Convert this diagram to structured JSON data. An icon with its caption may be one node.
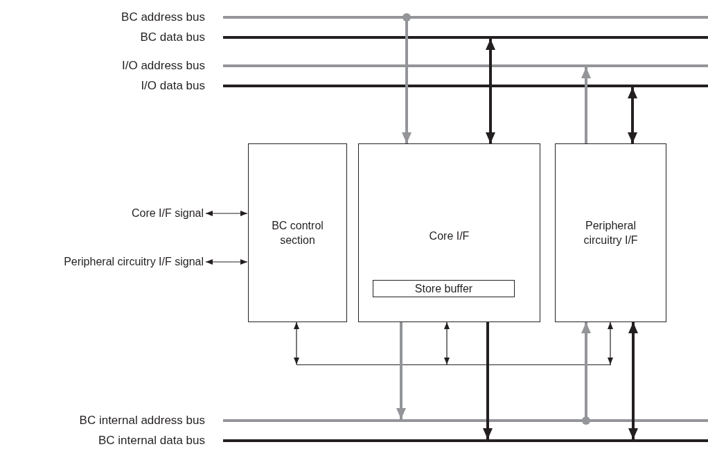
{
  "diagram": {
    "nodes": [
      {
        "text": [
          "BC address bus"
        ]
      },
      {
        "text": [
          "BC data bus"
        ]
      },
      {
        "text": [
          "I/O address bus"
        ]
      },
      {
        "text": [
          "I/O data bus"
        ]
      },
      {
        "text": [
          "BC control section"
        ]
      },
      {
        "text": [
          "Core I/F"
        ]
      },
      {
        "text": [
          "Store buffer"
        ],
        "in": 5
      },
      {
        "text": [
          "Peripheral circuitry I/F"
        ]
      },
      {
        "text": [
          "BC internal address bus"
        ]
      },
      {
        "text": [
          "BC internal data bus"
        ]
      },
      {
        "text": [
          "Core I/F signal"
        ]
      },
      {
        "text": [
          "Peripheral circuitry I/F signal"
        ]
      },
      {
        "text": [],
        "shape": "bar"
      }
    ],
    "edges": [
      {
        "from": 0,
        "to": 5,
        "arrow": "to",
        "color": "#939598"
      },
      {
        "from": 1,
        "to": 5,
        "arrow": "both"
      },
      {
        "from": 7,
        "to": 2,
        "arrow": "to",
        "color": "#939598"
      },
      {
        "from": 3,
        "to": 7,
        "arrow": "both"
      },
      {
        "from": 5,
        "to": 8,
        "arrow": "to",
        "color": "#939598"
      },
      {
        "from": 5,
        "to": 9,
        "arrow": "to"
      },
      {
        "from": 8,
        "to": 7,
        "arrow": "to",
        "color": "#939598"
      },
      {
        "from": 9,
        "to": 7,
        "arrow": "both"
      },
      {
        "from": 10,
        "to": 4,
        "arrow": "both"
      },
      {
        "from": 11,
        "to": 4,
        "arrow": "both"
      },
      {
        "from": 4,
        "to": 12,
        "arrow": "both"
      },
      {
        "from": 5,
        "to": 12,
        "arrow": "both"
      },
      {
        "from": 7,
        "to": 12,
        "arrow": "both"
      }
    ]
  }
}
